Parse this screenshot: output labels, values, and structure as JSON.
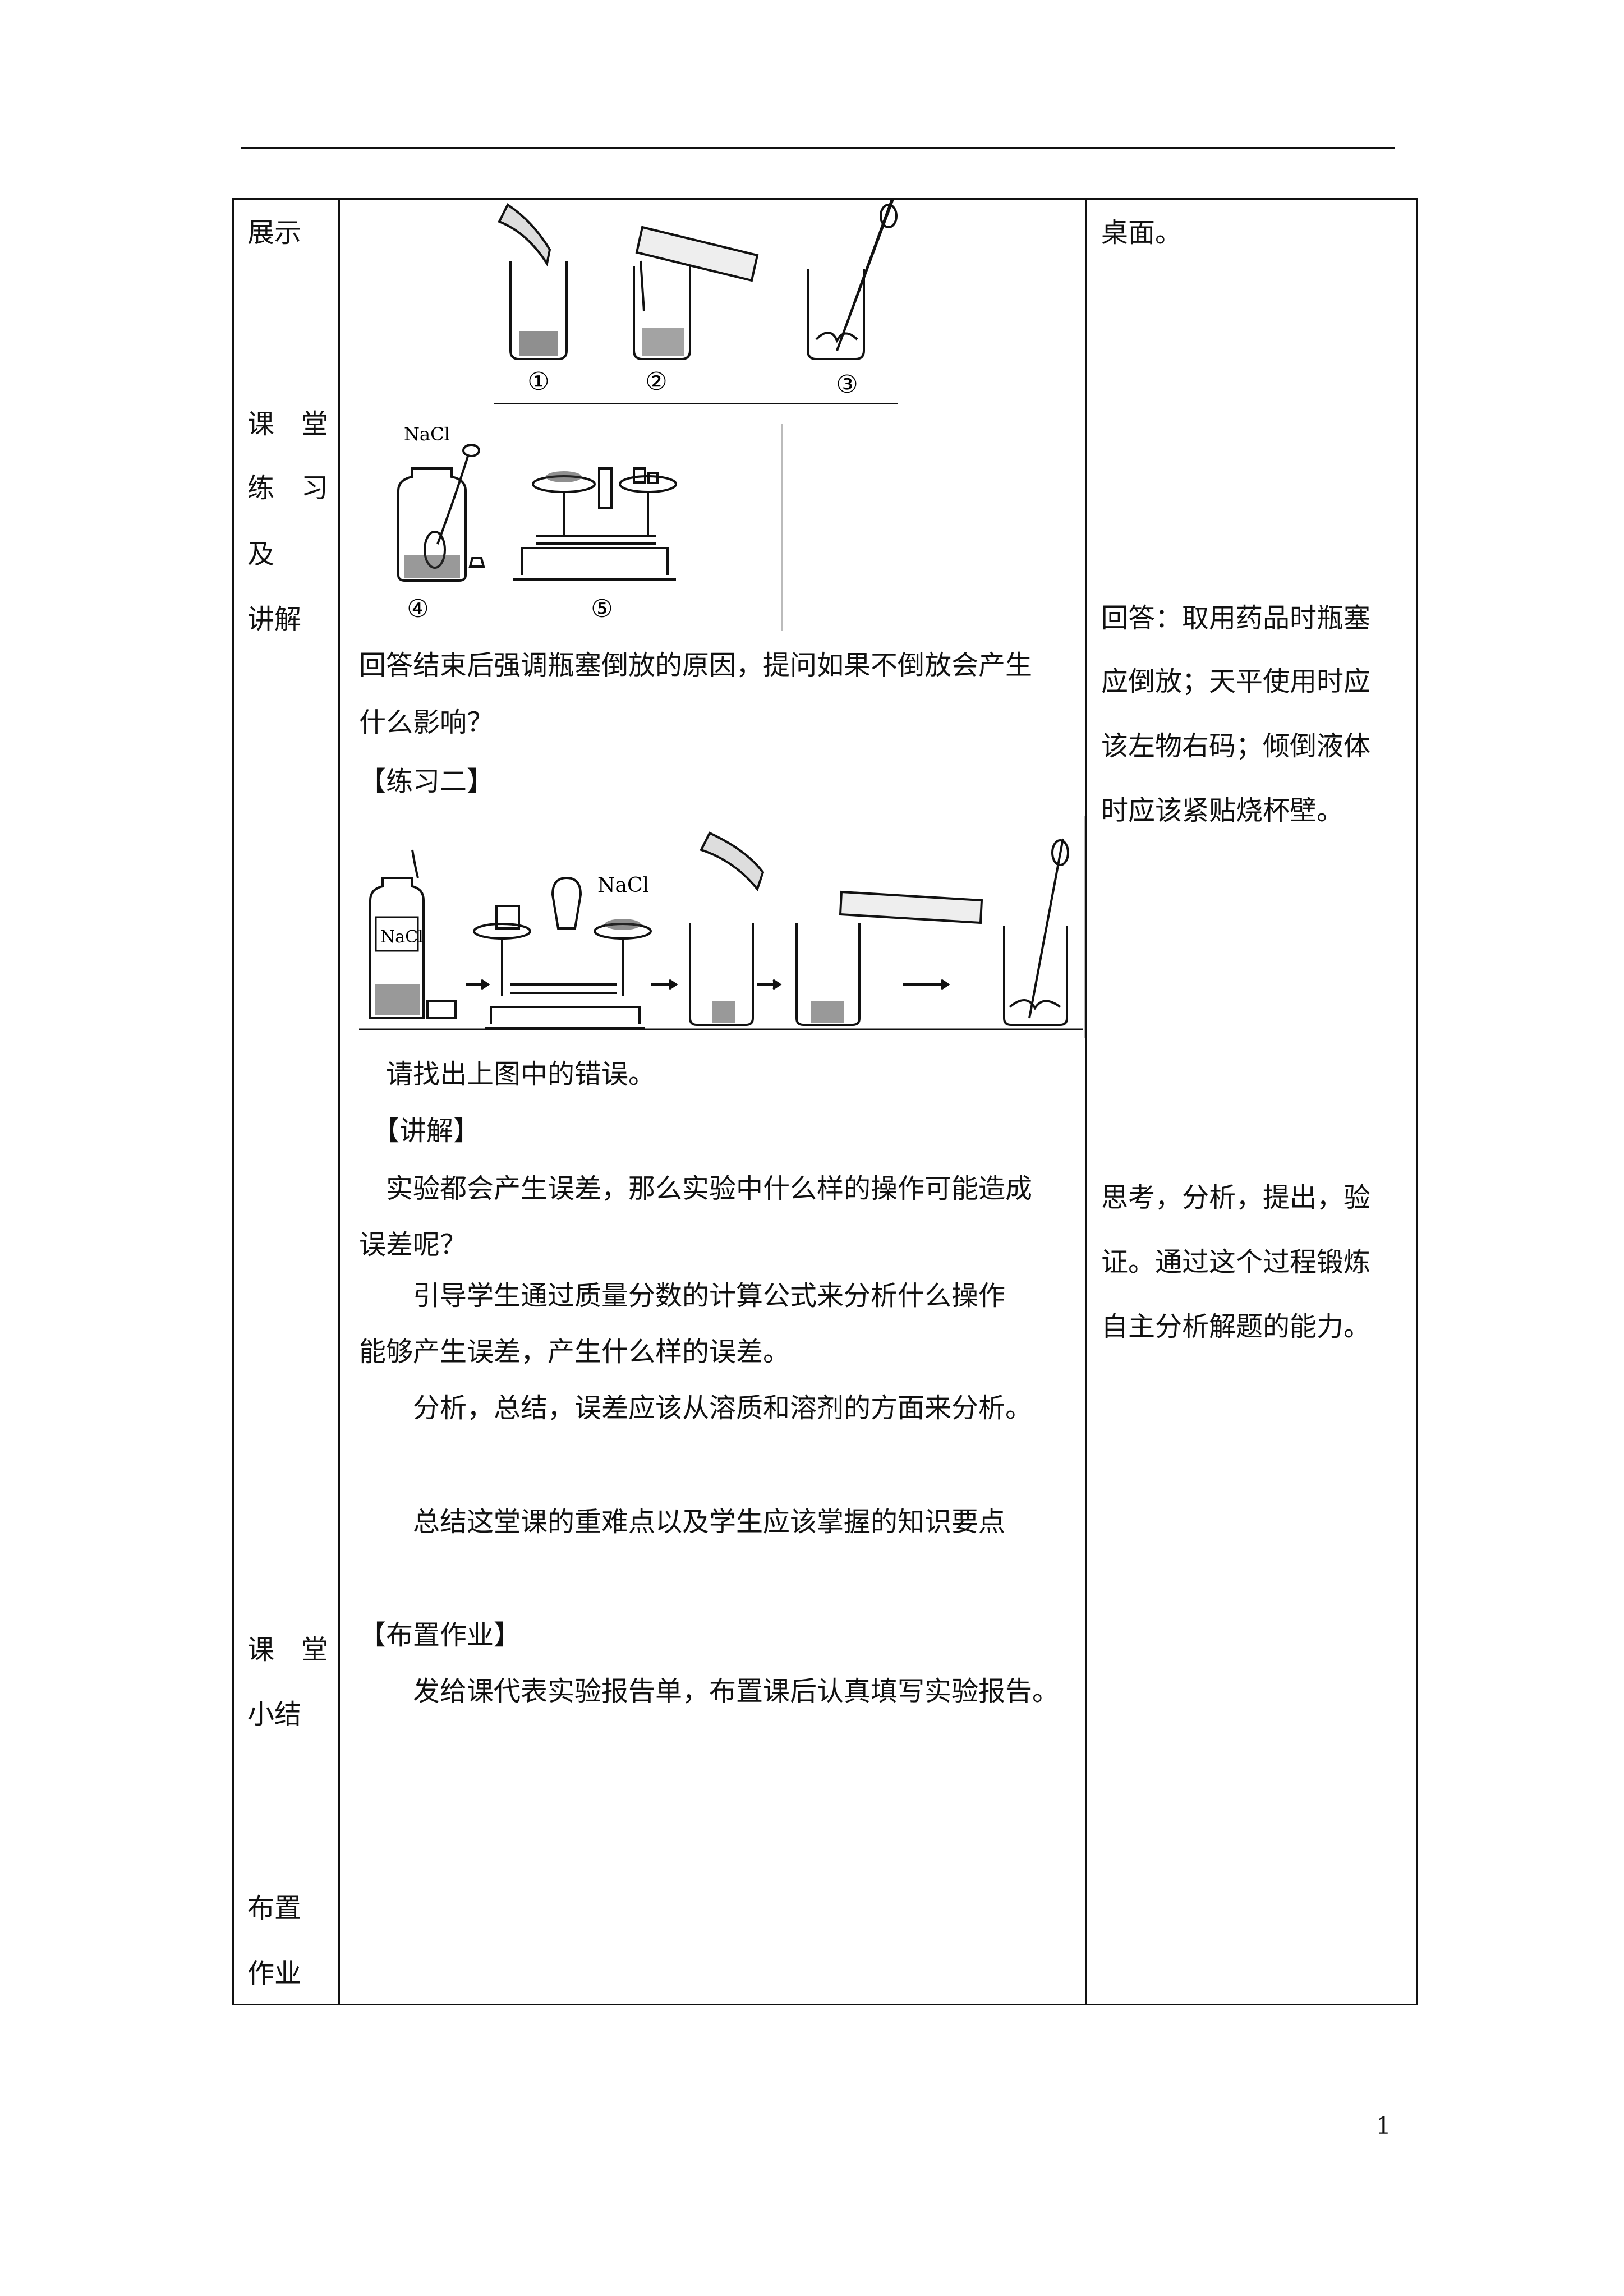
{
  "left_column": {
    "zhanshi": "展示",
    "ketang_lianxi": [
      "课　堂",
      "练　习",
      "及",
      "讲解"
    ],
    "ketang_xiaojie": [
      "课　堂",
      "小结"
    ],
    "buzhi_zuoye": [
      "布置",
      "作业"
    ]
  },
  "figures": {
    "fig1_labels": [
      "①",
      "②",
      "③"
    ],
    "fig2_labels": [
      "④",
      "⑤"
    ],
    "nacl": "NaCl"
  },
  "middle_column": {
    "question_line1": "回答结束后强调瓶塞倒放的原因，提问如果不倒放会产生",
    "question_line2": "什么影响？",
    "exercise2_heading": "【练习二】",
    "find_errors": "　请找出上图中的错误。",
    "explain_heading": "　【讲解】",
    "explain_line1": "　实验都会产生误差，那么实验中什么样的操作可能造成",
    "explain_line2": "误差呢？",
    "guide_line1": "　　引导学生通过质量分数的计算公式来分析什么操作",
    "guide_line2": "能够产生误差，产生什么样的误差。",
    "analysis_line": "　　分析，总结，误差应该从溶质和溶剂的方面来分析。",
    "summary_line": "　　总结这堂课的重难点以及学生应该掌握的知识要点",
    "homework_heading": "【布置作业】",
    "homework_line": "　　发给课代表实验报告单，布置课后认真填写实验报告。"
  },
  "right_column": {
    "line_top": "桌面。",
    "answer": [
      "回答：取用药品时瓶塞",
      "应倒放；天平使用时应",
      "该左物右码；倾倒液体",
      "时应该紧贴烧杯壁。"
    ],
    "think": [
      "思考，分析，提出，验",
      "证。通过这个过程锻炼",
      "自主分析解题的能力。"
    ]
  },
  "page_number": "1"
}
